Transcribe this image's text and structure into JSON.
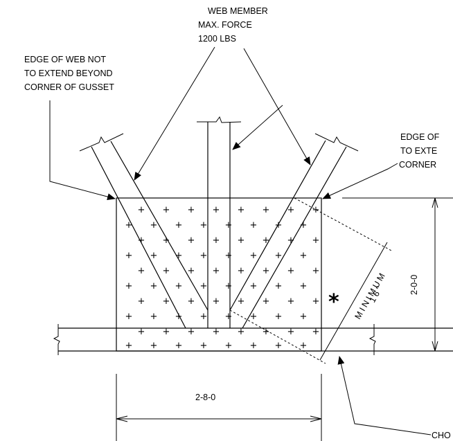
{
  "labels": {
    "web_member_1": "WEB MEMBER",
    "web_member_2": "MAX. FORCE",
    "web_member_3": "1200 LBS",
    "edge_left_1": "EDGE OF WEB NOT",
    "edge_left_2": "TO EXTEND BEYOND",
    "edge_left_3": "CORNER OF GUSSET",
    "edge_right_1": "EDGE OF",
    "edge_right_2": "TO EXTE",
    "edge_right_3": "CORNER",
    "dim_height": "2-0-0",
    "dim_width": "2-8-0",
    "minimum": "MINIMUM",
    "min_value": "16\"",
    "asterisk": "*",
    "chord": "CHO"
  }
}
